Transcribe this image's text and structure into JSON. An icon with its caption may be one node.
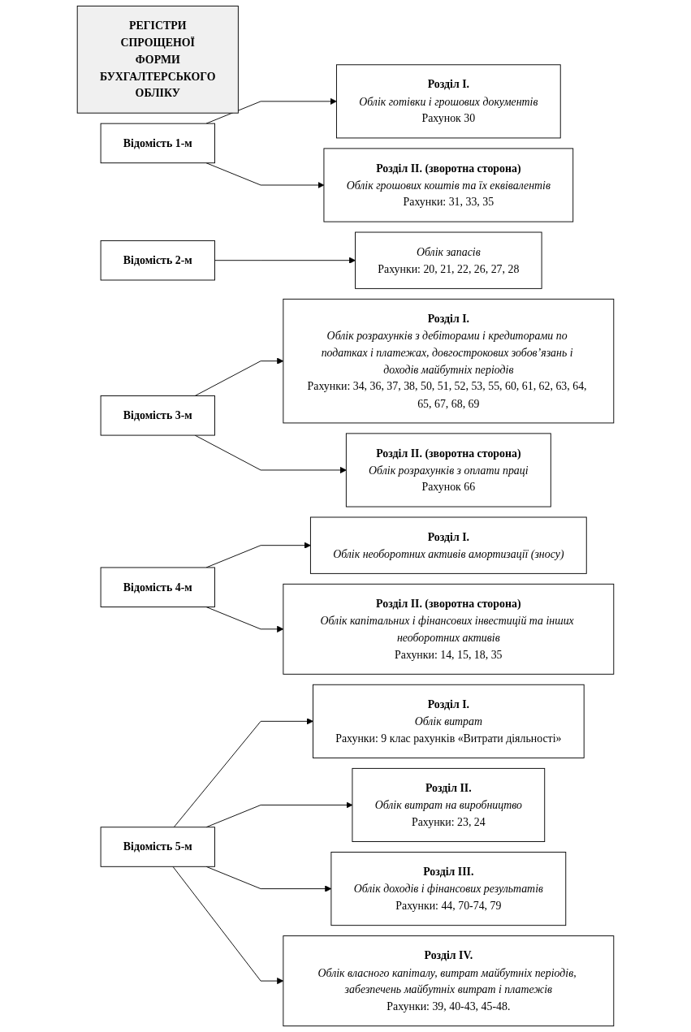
{
  "diagram": {
    "nodes": [
      {
        "text": [
          "РЕГІСТРИ СПРОЩЕНОЇ ФОРМИ БУХГАЛТЕРСЬКОГО ОБЛІКУ"
        ]
      },
      {
        "text": [
          "Відомість 1-м"
        ]
      },
      {
        "text": [
          "Розділ I.",
          "Облік готівки і грошових документів",
          "Рахунок 30"
        ]
      },
      {
        "text": [
          "Розділ II. (зворотна сторона)",
          "Облік грошових коштів та їх еквівалентів",
          "Рахунки: 31, 33, 35"
        ]
      },
      {
        "text": [
          "Відомість 2-м"
        ]
      },
      {
        "text": [
          "Облік запасів",
          "Рахунки: 20, 21, 22, 26, 27, 28"
        ]
      },
      {
        "text": [
          "Відомість 3-м"
        ]
      },
      {
        "text": [
          "Розділ I.",
          "Облік розрахунків з дебіторами і кредиторами по податках і платежах, довгострокових зобов’язань і доходів майбутніх періодів",
          "Рахунки: 34, 36, 37, 38, 50, 51, 52, 53, 55, 60, 61, 62, 63, 64, 65, 67, 68, 69"
        ]
      },
      {
        "text": [
          "Розділ II. (зворотна сторона)",
          "Облік розрахунків з оплати праці",
          "Рахунок 66"
        ]
      },
      {
        "text": [
          "Відомість 4-м"
        ]
      },
      {
        "text": [
          "Розділ I.",
          "Облік необоротних активів амортизації (зносу)"
        ]
      },
      {
        "text": [
          "Розділ II. (зворотна сторона)",
          "Облік капітальних і фінансових інвестицій та інших необоротних активів",
          "Рахунки: 14, 15, 18, 35"
        ]
      },
      {
        "text": [
          "Відомість 5-м"
        ]
      },
      {
        "text": [
          "Розділ I.",
          "Облік витрат",
          "Рахунки: 9 клас рахунків «Витрати діяльності»"
        ]
      },
      {
        "text": [
          "Розділ II.",
          "Облік витрат на виробництво",
          "Рахунки: 23, 24"
        ]
      },
      {
        "text": [
          "Розділ III.",
          "Облік доходів і фінансових результатів",
          "Рахунки: 44, 70-74, 79"
        ]
      },
      {
        "text": [
          "Розділ IV.",
          "Облік власного капіталу, витрат майбутніх періодів, забезпечень майбутніх витрат і платежів",
          "Рахунки: 39, 40-43, 45-48."
        ]
      }
    ],
    "edges": [
      {
        "from": 1,
        "to": 2,
        "arrow": "to"
      },
      {
        "from": 1,
        "to": 3,
        "arrow": "to"
      },
      {
        "from": 4,
        "to": 5,
        "arrow": "to"
      },
      {
        "from": 6,
        "to": 7,
        "arrow": "to"
      },
      {
        "from": 6,
        "to": 8,
        "arrow": "to"
      },
      {
        "from": 9,
        "to": 10,
        "arrow": "to"
      },
      {
        "from": 9,
        "to": 11,
        "arrow": "to"
      },
      {
        "from": 12,
        "to": 13,
        "arrow": "to"
      },
      {
        "from": 12,
        "to": 14,
        "arrow": "to"
      },
      {
        "from": 12,
        "to": 15,
        "arrow": "to"
      },
      {
        "from": 12,
        "to": 16,
        "arrow": "to"
      }
    ]
  }
}
